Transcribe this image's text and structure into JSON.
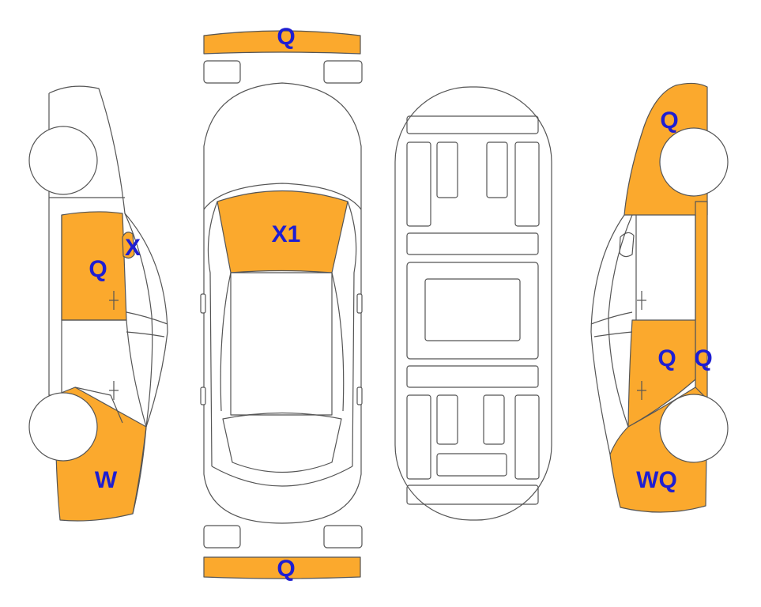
{
  "damage_color": "#FBA92D",
  "mark_color": "#1E1ED2",
  "outline_color": "#555555",
  "marks": {
    "front_bumper": "Q",
    "rear_bumper": "Q",
    "windshield": "X1",
    "left_front_door": "Q",
    "left_mirror": "X",
    "left_front_fender": "W",
    "right_rear_quarter": "Q",
    "right_front_door": "Q",
    "right_pillar": "Q",
    "right_front_fender": "WQ"
  }
}
